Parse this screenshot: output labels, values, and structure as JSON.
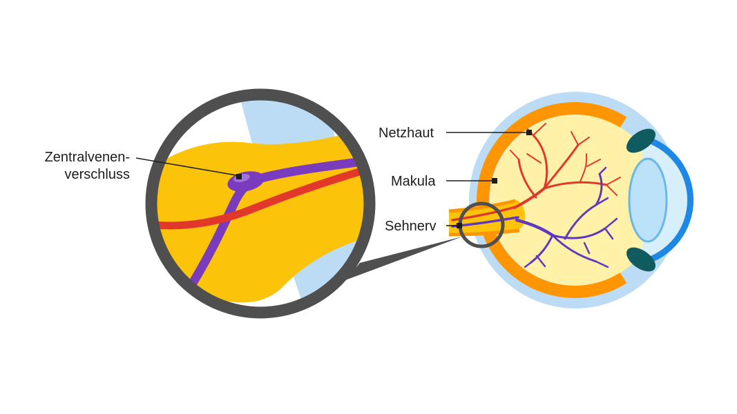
{
  "labels": {
    "occlusion_line1": "Zentralvenen-",
    "occlusion_line2": "verschluss",
    "retina": "Netzhaut",
    "macula": "Makula",
    "optic_nerve": "Sehnerv"
  },
  "colors": {
    "text": "#1d1d1b",
    "outline_gray": "#4f4f4f",
    "yellow": "#fcc30b",
    "pale_yellow": "#fff1a8",
    "orange": "#ff9500",
    "light_blue": "#bcdcf5",
    "red": "#e2372b",
    "purple": "#7a3bbc",
    "vein_purple": "#6038c0",
    "purple_highlight": "#a273d8",
    "cornea_fill": "#d7eefb",
    "cornea_blue": "#1e88e5",
    "lens_fill": "#bbe2f8",
    "teal": "#0f5b60"
  }
}
